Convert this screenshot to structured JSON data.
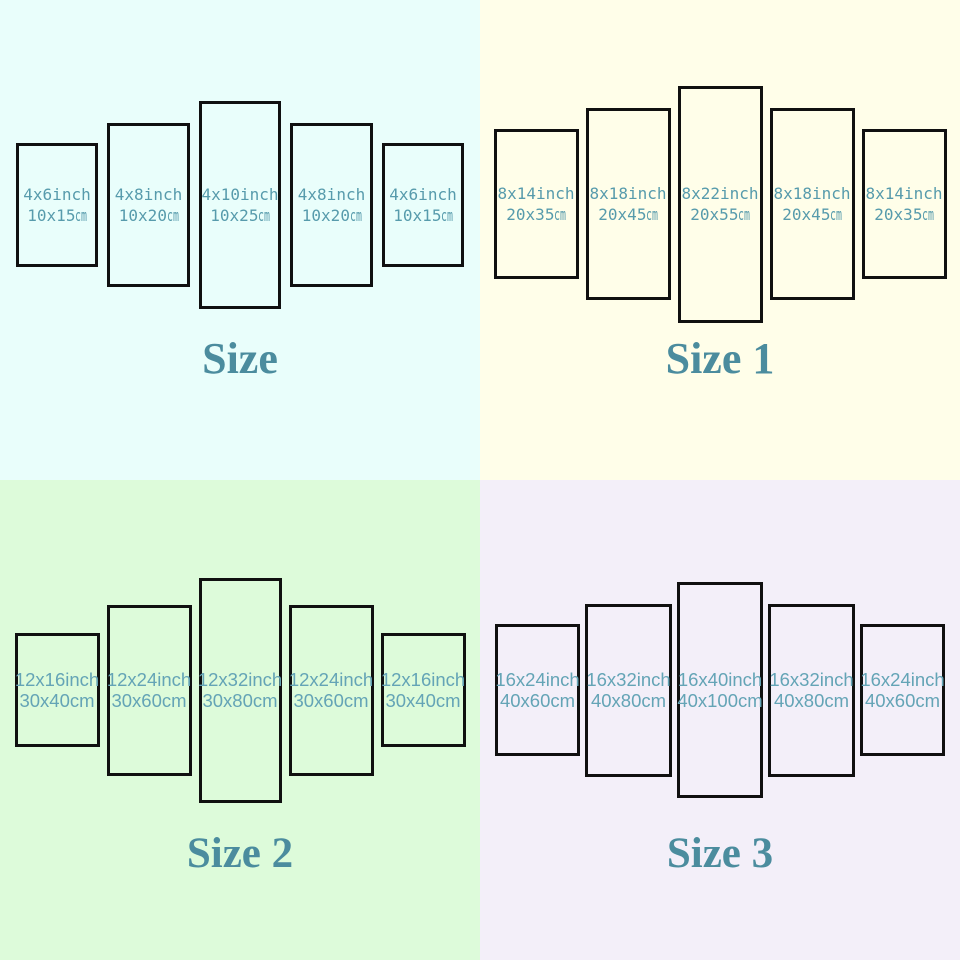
{
  "quadrants": [
    {
      "title": "Size",
      "bg": "#E9FEFB",
      "label_color": "#579BAC",
      "title_color": "#4B8C9E",
      "panels": [
        {
          "line1": "4x6inch",
          "line2_num": "10x15",
          "line2_unit": "cm"
        },
        {
          "line1": "4x8inch",
          "line2_num": "10x20",
          "line2_unit": "cm"
        },
        {
          "line1": "4x10inch",
          "line2_num": "10x25",
          "line2_unit": "cm"
        },
        {
          "line1": "4x8inch",
          "line2_num": "10x20",
          "line2_unit": "cm"
        },
        {
          "line1": "4x6inch",
          "line2_num": "10x15",
          "line2_unit": "cm"
        }
      ]
    },
    {
      "title": "Size 1",
      "bg": "#FFFEE9",
      "label_color": "#579BAC",
      "title_color": "#4B8C9E",
      "panels": [
        {
          "line1": "8x14inch",
          "line2_num": "20x35",
          "line2_unit": "cm"
        },
        {
          "line1": "8x18inch",
          "line2_num": "20x45",
          "line2_unit": "cm"
        },
        {
          "line1": "8x22inch",
          "line2_num": "20x55",
          "line2_unit": "cm"
        },
        {
          "line1": "8x18inch",
          "line2_num": "20x45",
          "line2_unit": "cm"
        },
        {
          "line1": "8x14inch",
          "line2_num": "20x35",
          "line2_unit": "cm"
        }
      ]
    },
    {
      "title": "Size 2",
      "bg": "#DDFBDA",
      "label_color": "#64A4B6",
      "title_color": "#4B8C9E",
      "panels": [
        {
          "line1": "12x16inch",
          "line2_num": "30x40",
          "line2_unit": "cm"
        },
        {
          "line1": "12x24inch",
          "line2_num": "30x60",
          "line2_unit": "cm"
        },
        {
          "line1": "12x32inch",
          "line2_num": "30x80",
          "line2_unit": "cm"
        },
        {
          "line1": "12x24inch",
          "line2_num": "30x60",
          "line2_unit": "cm"
        },
        {
          "line1": "12x16inch",
          "line2_num": "30x40",
          "line2_unit": "cm"
        }
      ]
    },
    {
      "title": "Size 3",
      "bg": "#F3EFF9",
      "label_color": "#64A4B6",
      "title_color": "#4B8C9E",
      "panels": [
        {
          "line1": "16x24inch",
          "line2_num": "40x60",
          "line2_unit": "cm"
        },
        {
          "line1": "16x32inch",
          "line2_num": "40x80",
          "line2_unit": "cm"
        },
        {
          "line1": "16x40inch",
          "line2_num": "40x100",
          "line2_unit": "cm"
        },
        {
          "line1": "16x32inch",
          "line2_num": "40x80",
          "line2_unit": "cm"
        },
        {
          "line1": "16x24inch",
          "line2_num": "40x60",
          "line2_unit": "cm"
        }
      ]
    }
  ]
}
